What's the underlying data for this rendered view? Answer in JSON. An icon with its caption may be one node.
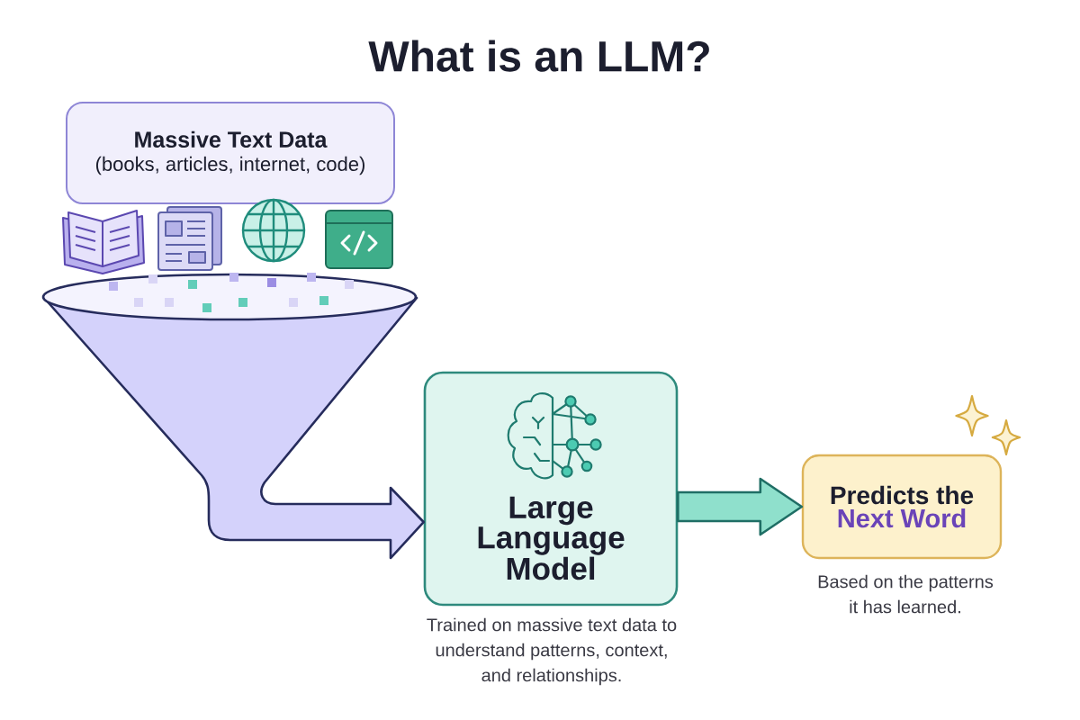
{
  "diagram": {
    "title": "What is an LLM?",
    "nodes": [
      {
        "text": [
          "Massive Text Data",
          "(books, articles, internet, code)"
        ]
      },
      {
        "text": [
          "Large Language Model"
        ],
        "beside": [
          "Trained on massive text data to understand patterns, context, and relationships."
        ]
      },
      {
        "text": [
          "Predicts the",
          "Next Word"
        ],
        "beside": [
          "Based on the patterns it has learned."
        ]
      }
    ],
    "edges": [
      {
        "from": 0,
        "to": 1,
        "arrow": "to",
        "color": "#d4d2fb"
      },
      {
        "from": 1,
        "to": 2,
        "arrow": "to",
        "color": "#8fe0cc"
      }
    ]
  }
}
